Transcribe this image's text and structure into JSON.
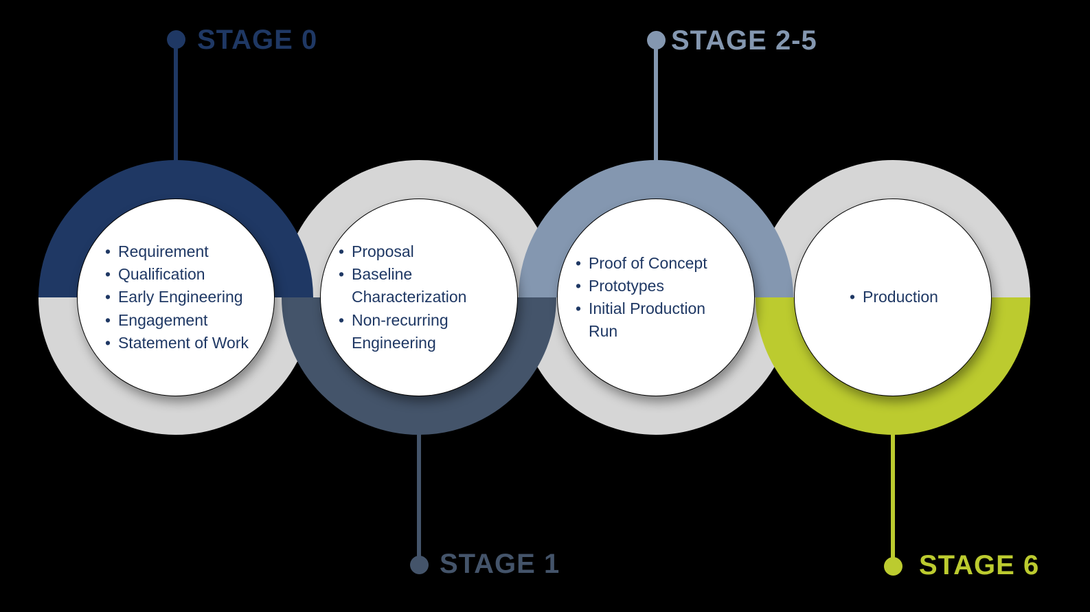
{
  "stages": [
    {
      "label": "STAGE 0",
      "color": "#1F3864",
      "label_position": "top",
      "colored_half": "top",
      "items": [
        "Requirement",
        "Qualification",
        "Early Engineering",
        "Engagement",
        "Statement of Work"
      ]
    },
    {
      "label": "STAGE 1",
      "color": "#44546A",
      "label_position": "bottom",
      "colored_half": "bottom",
      "items": [
        "Proposal",
        "Baseline Characterization",
        "Non-recurring Engineering"
      ]
    },
    {
      "label": "STAGE 2-5",
      "color": "#8497B0",
      "label_position": "top",
      "colored_half": "top",
      "items": [
        "Proof of Concept",
        "Prototypes",
        "Initial Production Run"
      ]
    },
    {
      "label": "STAGE 6",
      "color": "#BCCB2F",
      "label_position": "bottom",
      "colored_half": "bottom",
      "items": [
        "Production"
      ]
    }
  ],
  "colors": {
    "background": "#000000",
    "ring_gray": "#D6D6D6",
    "text": "#1F3864",
    "white": "#FFFFFF"
  }
}
